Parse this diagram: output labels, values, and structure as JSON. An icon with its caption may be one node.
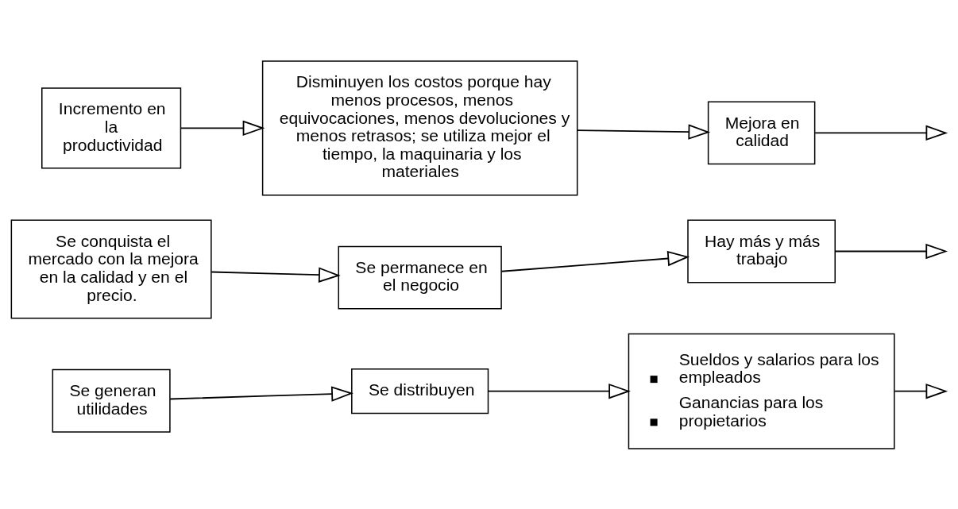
{
  "diagram": {
    "nodes": [
      {
        "text": [
          "Incremento en la productividad"
        ]
      },
      {
        "text": [
          "Disminuyen los costos porque hay menos procesos, menos equivocaciones, menos devoluciones y menos retrasos; se utiliza mejor el tiempo, la maquinaria y los materiales"
        ]
      },
      {
        "text": [
          "Mejora en calidad"
        ]
      },
      {
        "text": [
          "Se conquista el mercado con la mejora en la calidad y en el precio."
        ]
      },
      {
        "text": [
          "Se permanece en el negocio"
        ]
      },
      {
        "text": [
          "Hay más y más trabajo"
        ]
      },
      {
        "text": [
          "Se generan utilidades"
        ]
      },
      {
        "text": [
          "Se distribuyen"
        ]
      },
      {
        "text": [
          "Sueldos y salarios para los empleados",
          "Ganancias para los propietarios"
        ]
      }
    ],
    "edges": [
      {
        "from": 0,
        "to": 1,
        "arrow": "to"
      },
      {
        "from": 1,
        "to": 2,
        "arrow": "to"
      },
      {
        "from": 2,
        "to": null,
        "arrow": "to"
      },
      {
        "from": 3,
        "to": 4,
        "arrow": "to"
      },
      {
        "from": 4,
        "to": 5,
        "arrow": "to"
      },
      {
        "from": 5,
        "to": null,
        "arrow": "to"
      },
      {
        "from": 6,
        "to": 7,
        "arrow": "to"
      },
      {
        "from": 7,
        "to": 8,
        "arrow": "to"
      },
      {
        "from": 8,
        "to": null,
        "arrow": "to"
      }
    ]
  }
}
